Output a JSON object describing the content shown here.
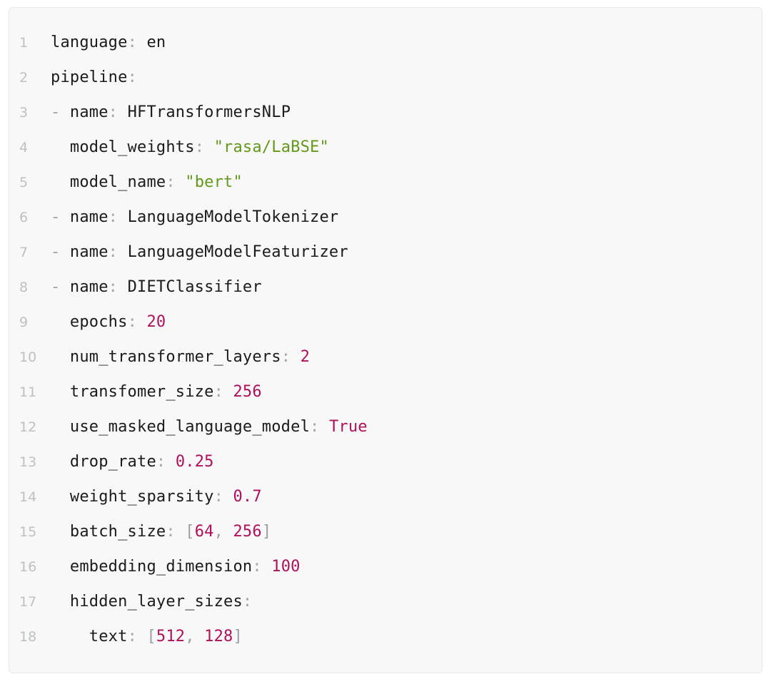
{
  "editor": {
    "language": "yaml",
    "filename_hint": "config.yml",
    "colors": {
      "background": "#f8f8f8",
      "border": "#e8e8e8",
      "gutter_text": "#bdc1c4",
      "key": "#1b1b1b",
      "punctuation": "#a3a7ab",
      "string": "#62991a",
      "number": "#b0105a",
      "boolean": "#b0105a",
      "bracket": "#9b9fa3",
      "dash": "#9b9fa3"
    },
    "total_lines": 18,
    "lines": [
      {
        "number": "1",
        "indent": "",
        "tokens": [
          {
            "type": "key",
            "text": "language"
          },
          {
            "type": "punc",
            "text": ":"
          },
          {
            "type": "plain",
            "text": " en"
          }
        ]
      },
      {
        "number": "2",
        "indent": "",
        "tokens": [
          {
            "type": "key",
            "text": "pipeline"
          },
          {
            "type": "punc",
            "text": ":"
          }
        ]
      },
      {
        "number": "3",
        "indent": "",
        "tokens": [
          {
            "type": "dash",
            "text": "- "
          },
          {
            "type": "key",
            "text": "name"
          },
          {
            "type": "punc",
            "text": ":"
          },
          {
            "type": "plain",
            "text": " HFTransformersNLP"
          }
        ]
      },
      {
        "number": "4",
        "indent": "  ",
        "tokens": [
          {
            "type": "key",
            "text": "model_weights"
          },
          {
            "type": "punc",
            "text": ":"
          },
          {
            "type": "plain",
            "text": " "
          },
          {
            "type": "str",
            "text": "\"rasa/LaBSE\""
          }
        ]
      },
      {
        "number": "5",
        "indent": "  ",
        "tokens": [
          {
            "type": "key",
            "text": "model_name"
          },
          {
            "type": "punc",
            "text": ":"
          },
          {
            "type": "plain",
            "text": " "
          },
          {
            "type": "str",
            "text": "\"bert\""
          }
        ]
      },
      {
        "number": "6",
        "indent": "",
        "tokens": [
          {
            "type": "dash",
            "text": "- "
          },
          {
            "type": "key",
            "text": "name"
          },
          {
            "type": "punc",
            "text": ":"
          },
          {
            "type": "plain",
            "text": " LanguageModelTokenizer"
          }
        ]
      },
      {
        "number": "7",
        "indent": "",
        "tokens": [
          {
            "type": "dash",
            "text": "- "
          },
          {
            "type": "key",
            "text": "name"
          },
          {
            "type": "punc",
            "text": ":"
          },
          {
            "type": "plain",
            "text": " LanguageModelFeaturizer"
          }
        ]
      },
      {
        "number": "8",
        "indent": "",
        "tokens": [
          {
            "type": "dash",
            "text": "- "
          },
          {
            "type": "key",
            "text": "name"
          },
          {
            "type": "punc",
            "text": ":"
          },
          {
            "type": "plain",
            "text": " DIETClassifier"
          }
        ]
      },
      {
        "number": "9",
        "indent": "  ",
        "tokens": [
          {
            "type": "key",
            "text": "epochs"
          },
          {
            "type": "punc",
            "text": ":"
          },
          {
            "type": "plain",
            "text": " "
          },
          {
            "type": "num",
            "text": "20"
          }
        ]
      },
      {
        "number": "10",
        "indent": "  ",
        "tokens": [
          {
            "type": "key",
            "text": "num_transformer_layers"
          },
          {
            "type": "punc",
            "text": ":"
          },
          {
            "type": "plain",
            "text": " "
          },
          {
            "type": "num",
            "text": "2"
          }
        ]
      },
      {
        "number": "11",
        "indent": "  ",
        "tokens": [
          {
            "type": "key",
            "text": "transfomer_size"
          },
          {
            "type": "punc",
            "text": ":"
          },
          {
            "type": "plain",
            "text": " "
          },
          {
            "type": "num",
            "text": "256"
          }
        ]
      },
      {
        "number": "12",
        "indent": "  ",
        "tokens": [
          {
            "type": "key",
            "text": "use_masked_language_model"
          },
          {
            "type": "punc",
            "text": ":"
          },
          {
            "type": "plain",
            "text": " "
          },
          {
            "type": "bool",
            "text": "True"
          }
        ]
      },
      {
        "number": "13",
        "indent": "  ",
        "tokens": [
          {
            "type": "key",
            "text": "drop_rate"
          },
          {
            "type": "punc",
            "text": ":"
          },
          {
            "type": "plain",
            "text": " "
          },
          {
            "type": "num",
            "text": "0.25"
          }
        ]
      },
      {
        "number": "14",
        "indent": "  ",
        "tokens": [
          {
            "type": "key",
            "text": "weight_sparsity"
          },
          {
            "type": "punc",
            "text": ":"
          },
          {
            "type": "plain",
            "text": " "
          },
          {
            "type": "num",
            "text": "0.7"
          }
        ]
      },
      {
        "number": "15",
        "indent": "  ",
        "tokens": [
          {
            "type": "key",
            "text": "batch_size"
          },
          {
            "type": "punc",
            "text": ":"
          },
          {
            "type": "plain",
            "text": " "
          },
          {
            "type": "brkt",
            "text": "["
          },
          {
            "type": "num",
            "text": "64"
          },
          {
            "type": "brkt",
            "text": ", "
          },
          {
            "type": "num",
            "text": "256"
          },
          {
            "type": "brkt",
            "text": "]"
          }
        ]
      },
      {
        "number": "16",
        "indent": "  ",
        "tokens": [
          {
            "type": "key",
            "text": "embedding_dimension"
          },
          {
            "type": "punc",
            "text": ":"
          },
          {
            "type": "plain",
            "text": " "
          },
          {
            "type": "num",
            "text": "100"
          }
        ]
      },
      {
        "number": "17",
        "indent": "  ",
        "tokens": [
          {
            "type": "key",
            "text": "hidden_layer_sizes"
          },
          {
            "type": "punc",
            "text": ":"
          }
        ]
      },
      {
        "number": "18",
        "indent": "    ",
        "tokens": [
          {
            "type": "key",
            "text": "text"
          },
          {
            "type": "punc",
            "text": ":"
          },
          {
            "type": "plain",
            "text": " "
          },
          {
            "type": "brkt",
            "text": "["
          },
          {
            "type": "num",
            "text": "512"
          },
          {
            "type": "brkt",
            "text": ", "
          },
          {
            "type": "num",
            "text": "128"
          },
          {
            "type": "brkt",
            "text": "]"
          }
        ]
      }
    ]
  }
}
